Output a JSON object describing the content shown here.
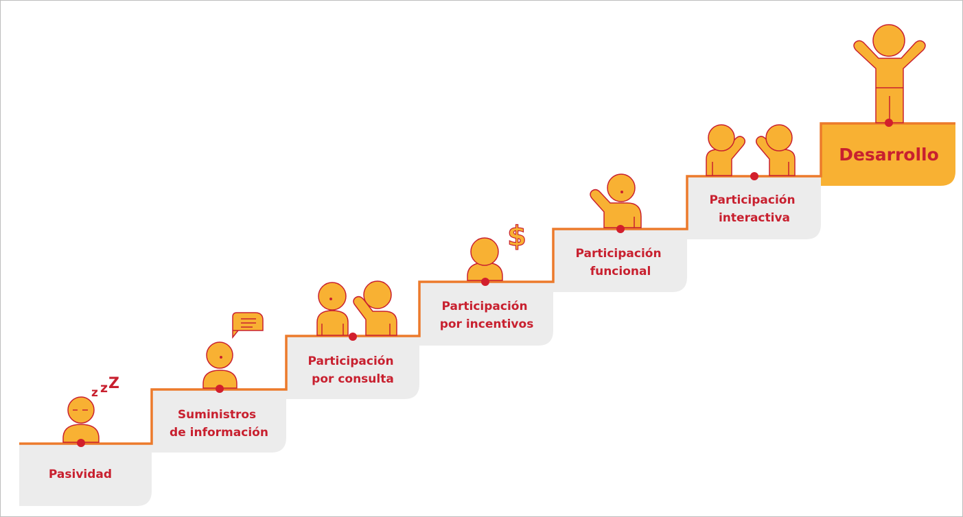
{
  "steps": [
    {
      "label_lines": [
        "Pasividad"
      ]
    },
    {
      "label_lines": [
        "Suministros",
        "de información"
      ]
    },
    {
      "label_lines": [
        "Participación",
        "por consulta"
      ]
    },
    {
      "label_lines": [
        "Participación",
        "por incentivos"
      ]
    },
    {
      "label_lines": [
        "Participación",
        "funcional"
      ]
    },
    {
      "label_lines": [
        "Participación",
        "interactiva"
      ]
    },
    {
      "label_lines": [
        "Desarrollo"
      ]
    }
  ],
  "sleep_text": "zzZ",
  "dollar_symbol": "$",
  "colors": {
    "stair_line": "#ec7a2b",
    "label_text": "#c8202f",
    "step_box": "#ececec",
    "final_box": "#f8b133",
    "figure_fill": "#f8b133",
    "figure_outline": "#c8202f"
  },
  "icons": [
    "sleeping-person-icon",
    "speech-bubble-icon",
    "two-people-consulting-icon",
    "person-with-dollar-icon",
    "person-waving-icon",
    "two-people-high-five-icon",
    "person-arms-raised-icon"
  ]
}
